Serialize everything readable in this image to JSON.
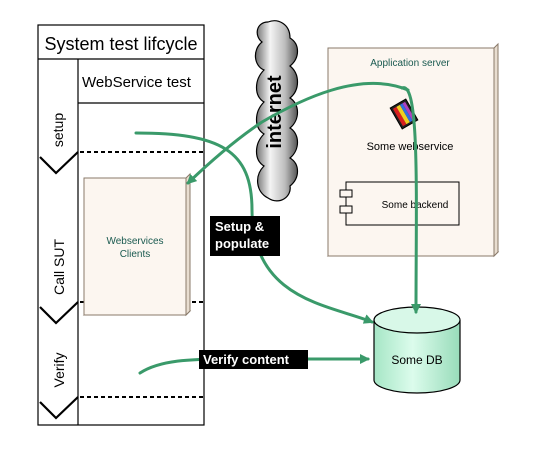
{
  "lifecycle": {
    "title": "System test lifcycle",
    "test_label": "WebService test",
    "phases": [
      "setup",
      "Call SUT",
      "Verify"
    ]
  },
  "cloud": {
    "label": "internet"
  },
  "app_server": {
    "title": "Application server",
    "webservice_label": "Some webservice",
    "backend_label": "Some backend"
  },
  "clients": {
    "line1": "Webservices",
    "line2": "Clients"
  },
  "labels": {
    "setup_line1": "Setup &",
    "setup_line2": "populate",
    "verify": "Verify content"
  },
  "db": {
    "label": "Some DB"
  },
  "colors": {
    "arrow": "#3a9a6a",
    "server_fill": "#fcf6f0",
    "server_text": "#1a5a50",
    "db_fill": "#c4f6dc",
    "clients_text": "#1a5a50"
  }
}
